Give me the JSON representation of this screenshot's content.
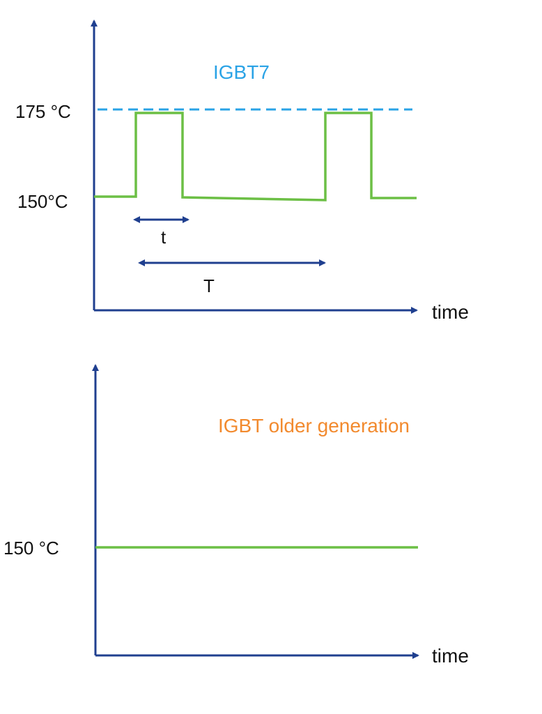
{
  "colors": {
    "axis": "#1f3f8f",
    "signal": "#6cbf45",
    "limit": "#2aa3e6",
    "igbt7": "#2aa3e6",
    "older": "#f28a2e",
    "text": "#111111"
  },
  "top_panel": {
    "title": "IGBT7",
    "y_labels": {
      "high": "175 °C",
      "low": "150°C"
    },
    "x_axis_label": "time",
    "pulse_label": "t",
    "period_label": "T"
  },
  "bottom_panel": {
    "title": "IGBT older generation",
    "y_label": "150 °C",
    "x_axis_label": "time"
  }
}
